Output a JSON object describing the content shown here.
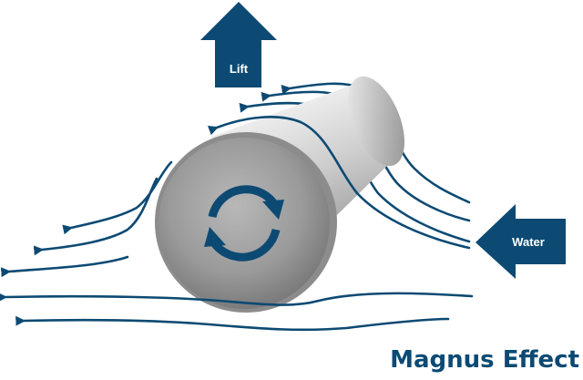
{
  "title": "Magnus Effect",
  "lift_label": "Lift",
  "water_label": "Water",
  "colors": {
    "navy": "#0c4a73",
    "cylinder_light": "#e9e9e9",
    "cylinder_mid": "#a8a8a8",
    "cylinder_dark": "#6a6a6a",
    "background": "#ffffff"
  },
  "icons": {
    "rotation": "rotation-arrows-icon",
    "lift_arrow": "arrow-up-icon",
    "water_arrow": "arrow-left-icon"
  }
}
